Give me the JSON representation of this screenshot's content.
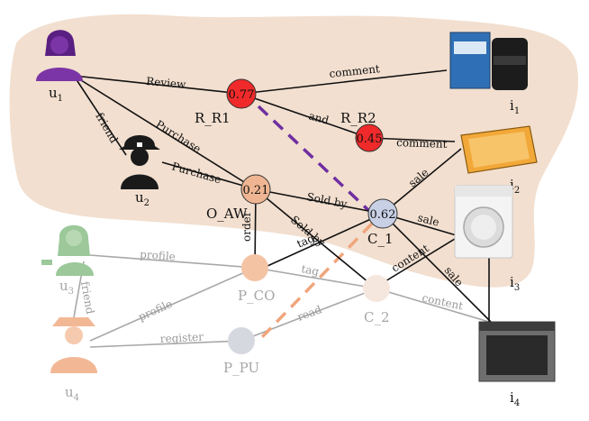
{
  "colors": {
    "background_blob": "#f2dfcf",
    "edge_active": "#111111",
    "edge_faded": "#a8a8a8",
    "dash_purple": "#6f2ea0",
    "dash_orange": "#f0a57c",
    "node_red": "#f02a2a",
    "node_orange": "#efb592",
    "node_blue": "#c8d0e6",
    "node_faded_orange": "#f4c3a4",
    "node_faded_grey": "#d6d8e0",
    "node_faded_cream": "#f6e7de",
    "user_purple": "#7c35a6",
    "user_black": "#1a1a1a",
    "user_faded_green": "#9cc89a",
    "user_faded_orange": "#f2b896"
  },
  "nodes": {
    "u1": {
      "label": "u",
      "sub": "1",
      "icon": "user-female-icon"
    },
    "u2": {
      "label": "u",
      "sub": "2",
      "icon": "firefighter-icon"
    },
    "u3": {
      "label": "u",
      "sub": "3",
      "icon": "judge-icon"
    },
    "u4": {
      "label": "u",
      "sub": "4",
      "icon": "detective-icon"
    },
    "i1": {
      "label": "i",
      "sub": "1",
      "icon": "oil-filter-product-icon"
    },
    "i2": {
      "label": "i",
      "sub": "2",
      "icon": "air-filter-product-icon"
    },
    "i3": {
      "label": "i",
      "sub": "3",
      "icon": "washing-machine-product-icon"
    },
    "i4": {
      "label": "i",
      "sub": "4",
      "icon": "oven-product-icon"
    },
    "R_R1": {
      "label": "R_R1",
      "score": "0.77"
    },
    "R_R2": {
      "label": "R_R2",
      "score": "0.45"
    },
    "O_AW": {
      "label": "O_AW",
      "score": "0.21"
    },
    "C_1": {
      "label": "C_1",
      "score": "0.62"
    },
    "P_CO": {
      "label": "P_CO"
    },
    "P_PU": {
      "label": "P_PU"
    },
    "C_2": {
      "label": "C_2"
    }
  },
  "edges": {
    "review": "Review",
    "friend_active": "friend",
    "purchase_1": "Purchase",
    "purchase_2": "Purchase",
    "comment_1": "comment",
    "and": "and",
    "comment_2": "comment",
    "sale_1": "sale",
    "sale_2": "sale",
    "sale_3": "sale",
    "sold_by_1": "Sold by",
    "sold_by_2": "Sold by",
    "order": "order",
    "tag_1": "tag",
    "tag_2": "tag",
    "content_1": "content",
    "content_2": "content",
    "profile_1": "profile",
    "profile_2": "profile",
    "friend_faded": "friend",
    "register": "register",
    "read": "read"
  }
}
